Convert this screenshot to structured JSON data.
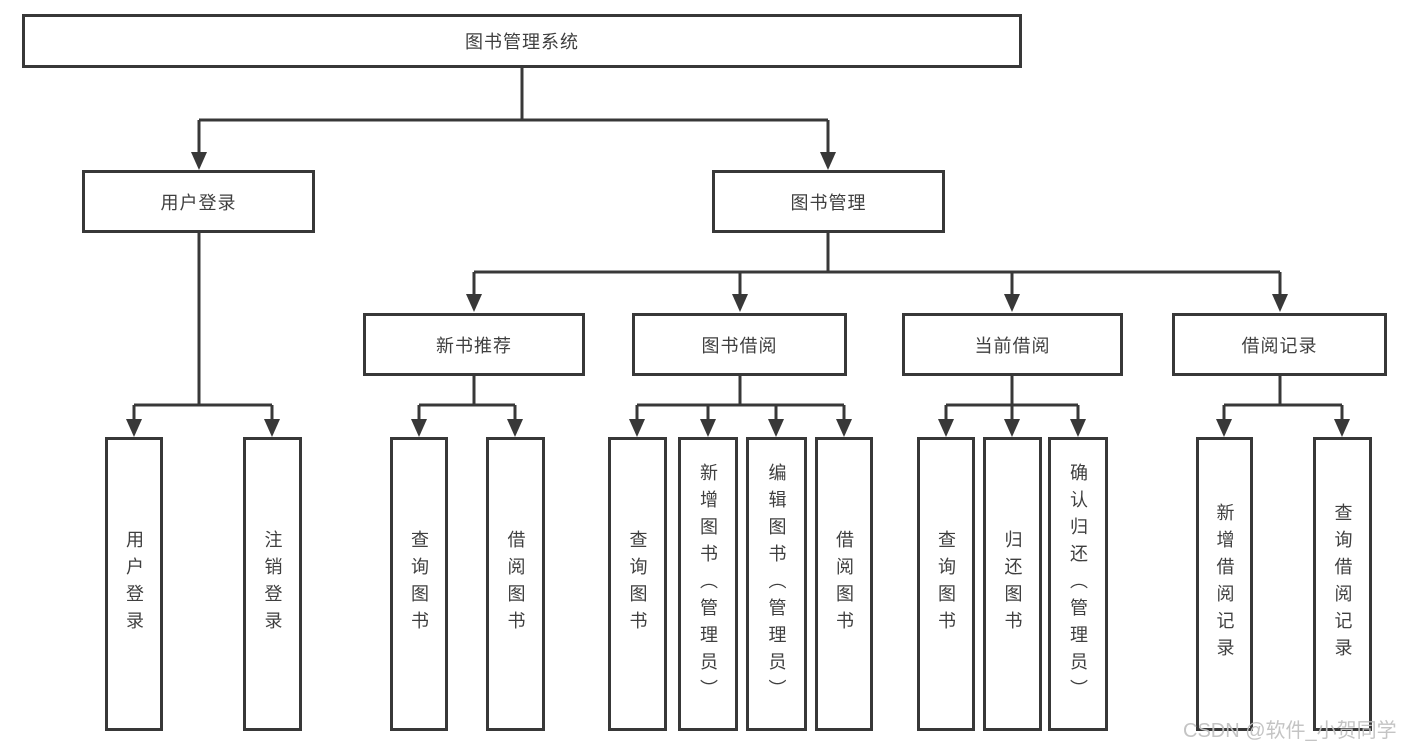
{
  "nodes": {
    "root": {
      "label": "图书管理系统"
    },
    "branches": [
      {
        "label": "用户登录",
        "children": [
          {
            "label": "用户登录"
          },
          {
            "label": "注销登录"
          }
        ]
      },
      {
        "label": "图书管理",
        "groups": [
          {
            "label": "新书推荐",
            "children": [
              {
                "label": "查询图书"
              },
              {
                "label": "借阅图书"
              }
            ]
          },
          {
            "label": "图书借阅",
            "children": [
              {
                "label": "查询图书"
              },
              {
                "label": "新增图书（管理员）"
              },
              {
                "label": "编辑图书（管理员）"
              },
              {
                "label": "借阅图书"
              }
            ]
          },
          {
            "label": "当前借阅",
            "children": [
              {
                "label": "查询图书"
              },
              {
                "label": "归还图书"
              },
              {
                "label": "确认归还（管理员）"
              }
            ]
          },
          {
            "label": "借阅记录",
            "children": [
              {
                "label": "新增借阅记录"
              },
              {
                "label": "查询借阅记录"
              }
            ]
          }
        ]
      }
    ]
  },
  "watermark": {
    "text": "CSDN @软件_小贺同学"
  },
  "colors": {
    "line": "#383838",
    "border": "#383838",
    "text": "#3f3f3f",
    "watermark": "#c1c1c1",
    "background": "#ffffff"
  }
}
